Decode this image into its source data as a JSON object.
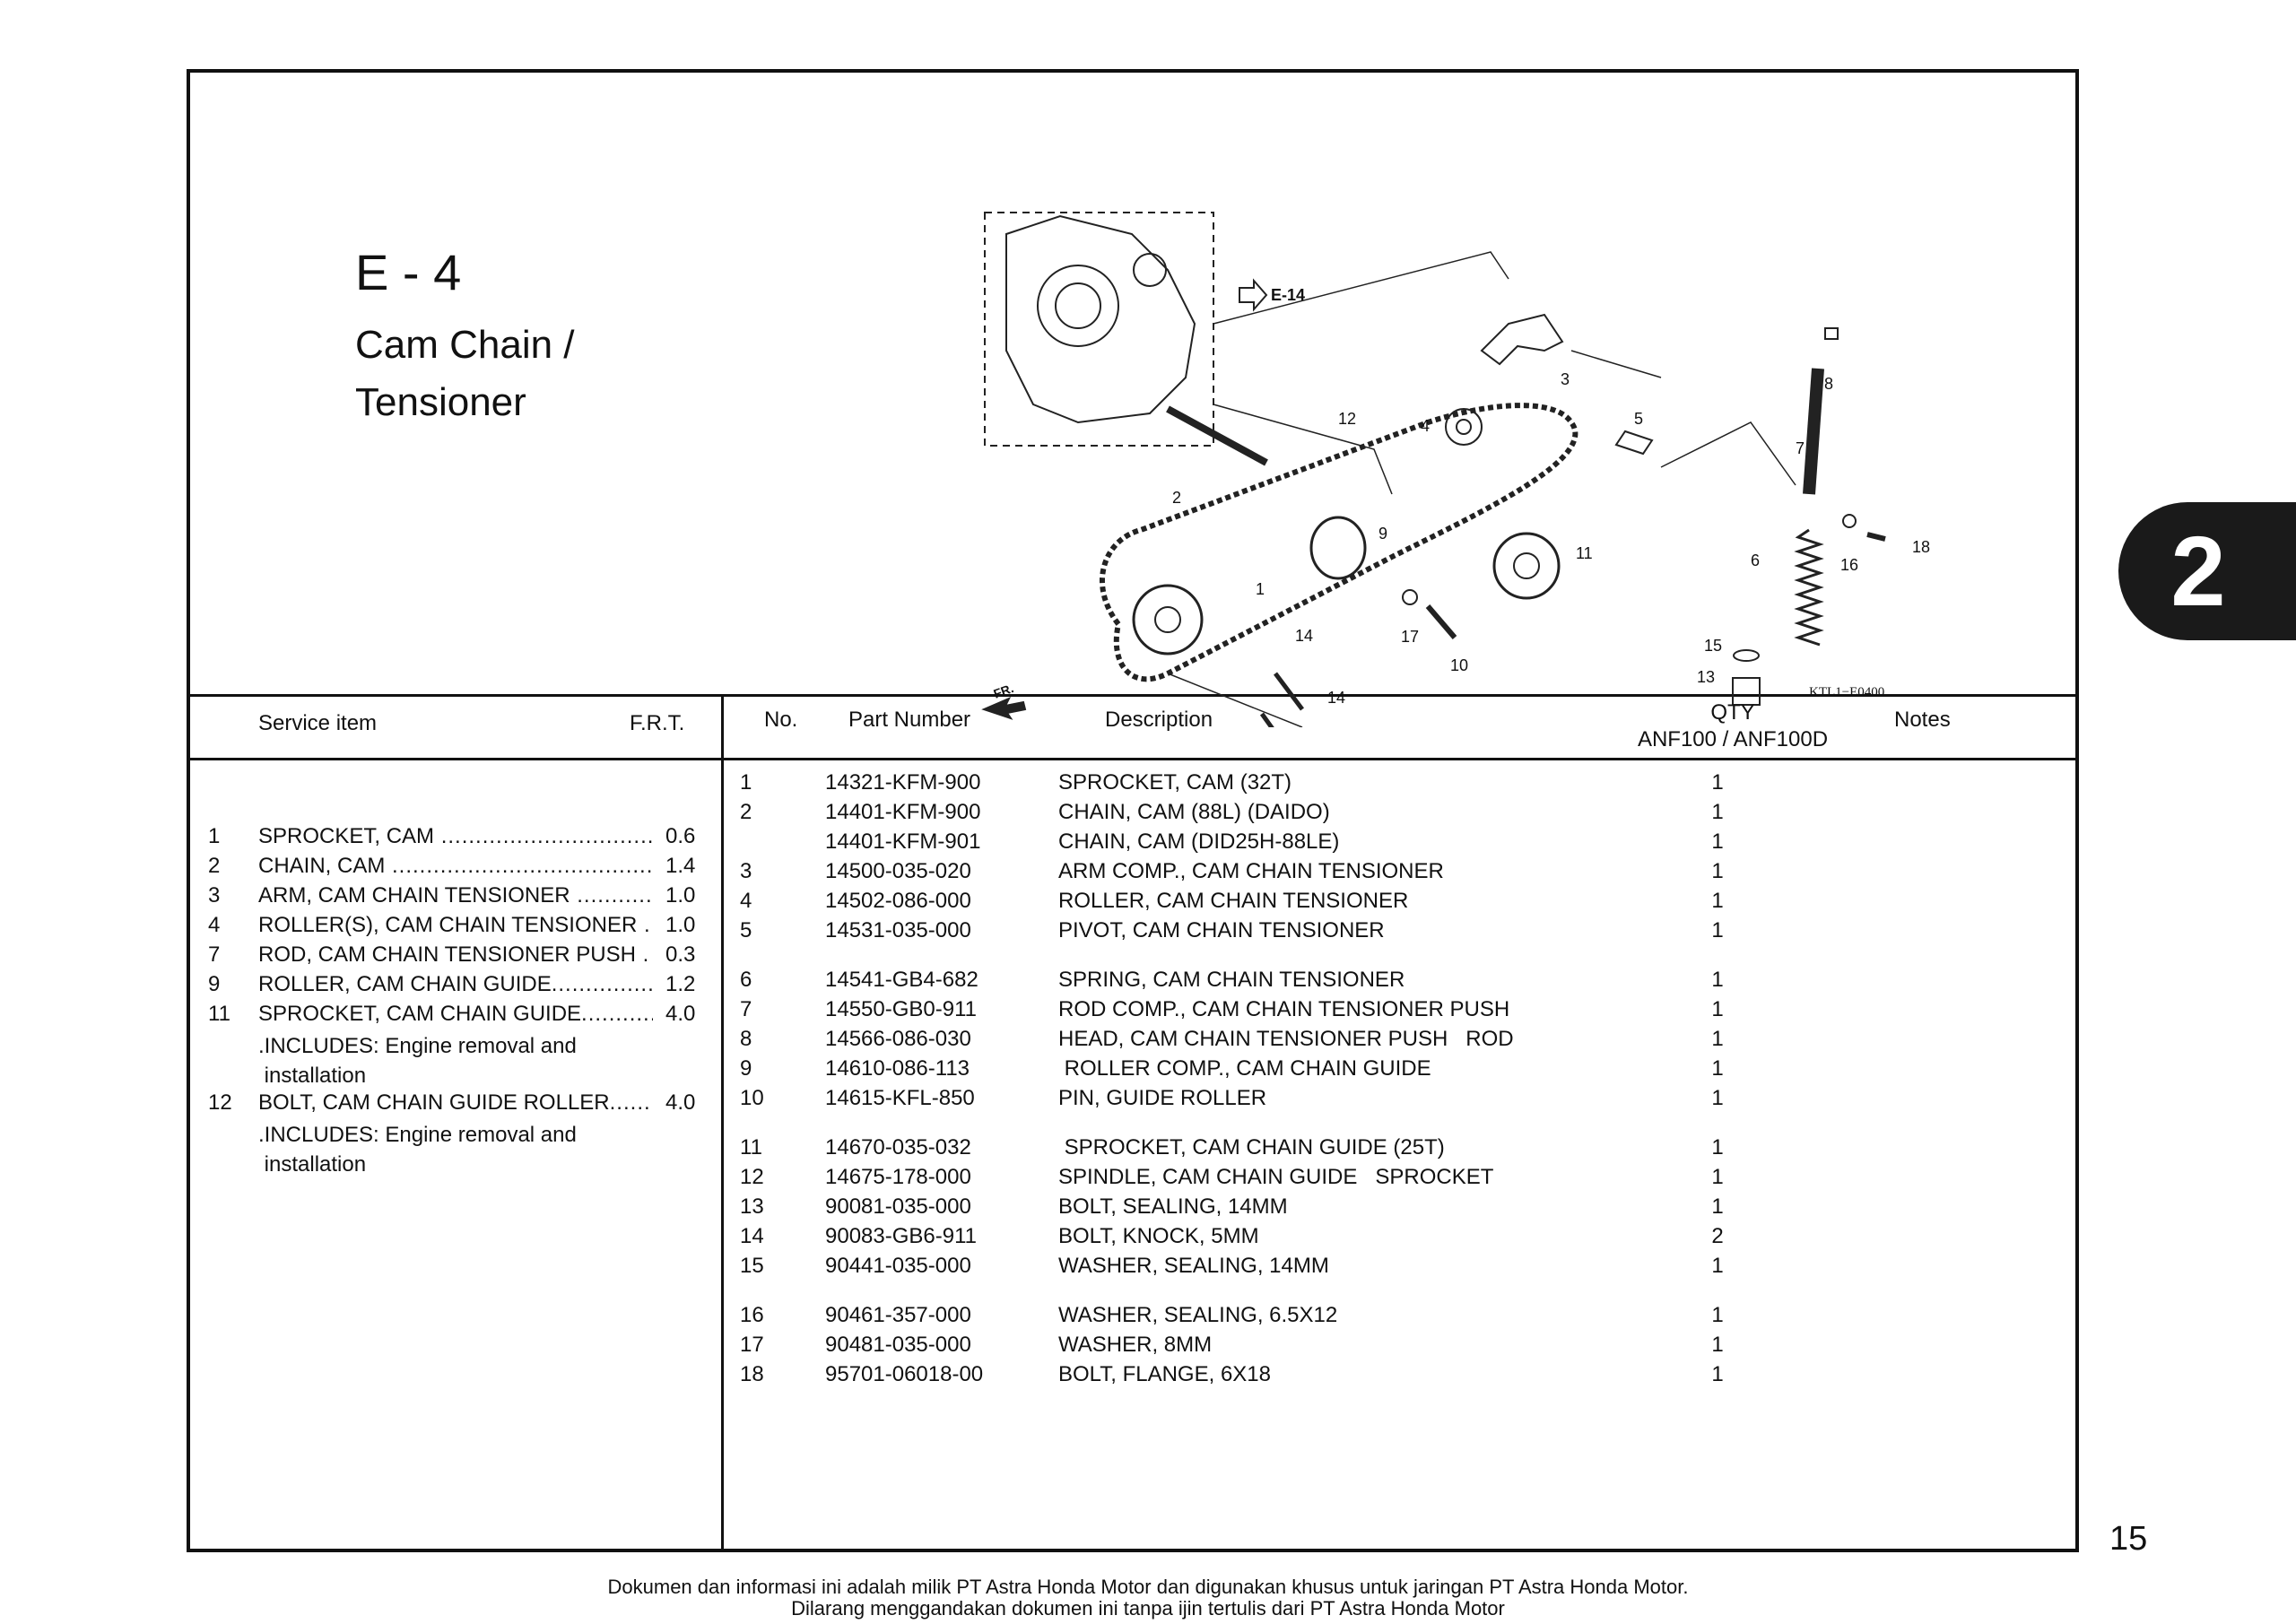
{
  "section": {
    "code": "E - 4",
    "title_line1": "Cam Chain /",
    "title_line2": "Tensioner"
  },
  "diagram": {
    "ref_arrow": "E-14",
    "front_label": "FR.",
    "code": "KTL1−E0400",
    "callouts": [
      "1",
      "2",
      "3",
      "4",
      "5",
      "6",
      "7",
      "8",
      "9",
      "10",
      "11",
      "12",
      "13",
      "14",
      "14",
      "15",
      "16",
      "17",
      "18"
    ]
  },
  "service": {
    "header_item": "Service item",
    "header_frt": "F.R.T.",
    "rows": [
      {
        "no": "1",
        "desc": "SPROCKET, CAM",
        "dots": " ...................................",
        "frt": "0.6"
      },
      {
        "no": "2",
        "desc": "CHAIN, CAM",
        "dots": " ..........................................",
        "frt": "1.4"
      },
      {
        "no": "3",
        "desc": "ARM, CAM CHAIN TENSIONER",
        "dots": " ............",
        "frt": "1.0"
      },
      {
        "no": "4",
        "desc": "ROLLER(S), CAM CHAIN TENSIONER",
        "dots": " .",
        "frt": "1.0"
      },
      {
        "no": "7",
        "desc": "ROD, CAM CHAIN TENSIONER PUSH",
        "dots": " .",
        "frt": "0.3"
      },
      {
        "no": "9",
        "desc": "ROLLER, CAM CHAIN GUIDE",
        "dots": "................",
        "frt": "1.2"
      },
      {
        "no": "11",
        "desc": "SPROCKET, CAM CHAIN GUIDE",
        "dots": "...........",
        "frt": "4.0"
      },
      {
        "no": "12",
        "desc": "BOLT, CAM CHAIN GUIDE ROLLER",
        "dots": "......",
        "frt": "4.0"
      }
    ],
    "includes_1": ".INCLUDES: Engine removal and",
    "includes_2": " installation"
  },
  "parts": {
    "header_no": "No.",
    "header_pn": "Part Number",
    "header_desc": "Description",
    "header_qty": "QTY",
    "header_models": "ANF100 / ANF100D",
    "header_notes": "Notes",
    "rows": [
      {
        "no": "1",
        "pn": "14321-KFM-900",
        "desc": "SPROCKET, CAM (32T)",
        "qty": "1"
      },
      {
        "no": "2",
        "pn": "14401-KFM-900",
        "desc": "CHAIN, CAM (88L) (DAIDO)",
        "qty": "1"
      },
      {
        "no": "",
        "pn": "14401-KFM-901",
        "desc": "CHAIN, CAM (DID25H-88LE)",
        "qty": "1"
      },
      {
        "no": "3",
        "pn": "14500-035-020",
        "desc": "ARM COMP., CAM CHAIN TENSIONER",
        "qty": "1"
      },
      {
        "no": "4",
        "pn": "14502-086-000",
        "desc": "ROLLER, CAM CHAIN TENSIONER",
        "qty": "1"
      },
      {
        "no": "5",
        "pn": "14531-035-000",
        "desc": "PIVOT, CAM CHAIN TENSIONER",
        "qty": "1"
      },
      {
        "no": "6",
        "pn": "14541-GB4-682",
        "desc": "SPRING, CAM CHAIN TENSIONER",
        "qty": "1"
      },
      {
        "no": "7",
        "pn": "14550-GB0-911",
        "desc": "ROD COMP., CAM CHAIN TENSIONER PUSH",
        "qty": "1"
      },
      {
        "no": "8",
        "pn": "14566-086-030",
        "desc": "HEAD, CAM CHAIN TENSIONER PUSH   ROD",
        "qty": "1"
      },
      {
        "no": "9",
        "pn": "14610-086-113",
        "desc": " ROLLER COMP., CAM CHAIN GUIDE",
        "qty": "1"
      },
      {
        "no": "10",
        "pn": "14615-KFL-850",
        "desc": "PIN, GUIDE ROLLER",
        "qty": "1"
      },
      {
        "no": "11",
        "pn": "14670-035-032",
        "desc": " SPROCKET, CAM CHAIN GUIDE (25T)",
        "qty": "1"
      },
      {
        "no": "12",
        "pn": "14675-178-000",
        "desc": "SPINDLE, CAM CHAIN GUIDE   SPROCKET",
        "qty": "1"
      },
      {
        "no": "13",
        "pn": "90081-035-000",
        "desc": "BOLT, SEALING, 14MM",
        "qty": "1"
      },
      {
        "no": "14",
        "pn": "90083-GB6-911",
        "desc": "BOLT, KNOCK, 5MM",
        "qty": "2"
      },
      {
        "no": "15",
        "pn": "90441-035-000",
        "desc": "WASHER, SEALING, 14MM",
        "qty": "1"
      },
      {
        "no": "16",
        "pn": "90461-357-000",
        "desc": "WASHER, SEALING, 6.5X12",
        "qty": "1"
      },
      {
        "no": "17",
        "pn": "90481-035-000",
        "desc": "WASHER, 8MM",
        "qty": "1"
      },
      {
        "no": "18",
        "pn": "95701-06018-00",
        "desc": "BOLT, FLANGE, 6X18",
        "qty": "1"
      }
    ]
  },
  "chapter_tab": "2",
  "page_number": "15",
  "footer": {
    "line1": "Dokumen dan informasi ini adalah milik PT Astra Honda Motor dan digunakan khusus untuk jaringan PT Astra Honda Motor.",
    "line2": "Dilarang menggandakan dokumen ini tanpa ijin tertulis dari PT Astra Honda Motor"
  }
}
